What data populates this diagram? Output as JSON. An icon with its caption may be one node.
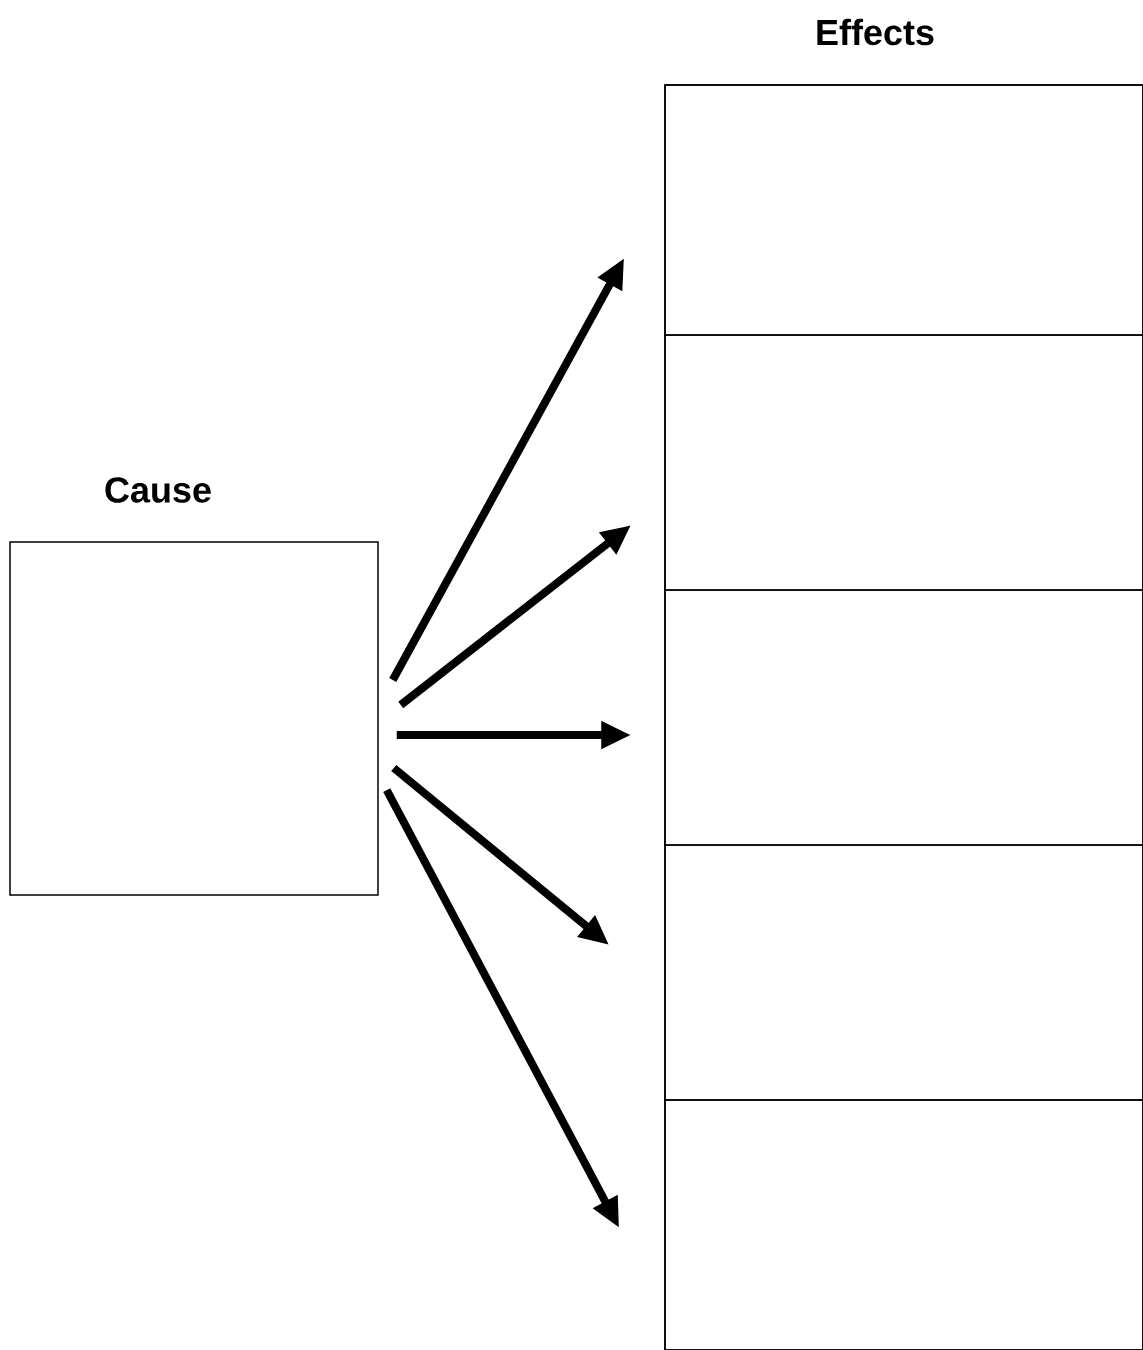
{
  "diagram": {
    "nodes": [
      {
        "text": [
          "Cause"
        ]
      },
      {
        "text": [
          "Effects"
        ]
      },
      {
        "text": [],
        "shape": "box",
        "in": 1
      },
      {
        "text": [],
        "shape": "box",
        "in": 1
      },
      {
        "text": [],
        "shape": "box",
        "in": 1
      },
      {
        "text": [],
        "shape": "box",
        "in": 1
      },
      {
        "text": [],
        "shape": "box",
        "in": 1
      }
    ],
    "edges": [
      {
        "from": 0,
        "to": 2,
        "arrow": "to"
      },
      {
        "from": 0,
        "to": 3,
        "arrow": "to"
      },
      {
        "from": 0,
        "to": 4,
        "arrow": "to"
      },
      {
        "from": 0,
        "to": 5,
        "arrow": "to"
      },
      {
        "from": 0,
        "to": 6,
        "arrow": "to"
      }
    ]
  }
}
